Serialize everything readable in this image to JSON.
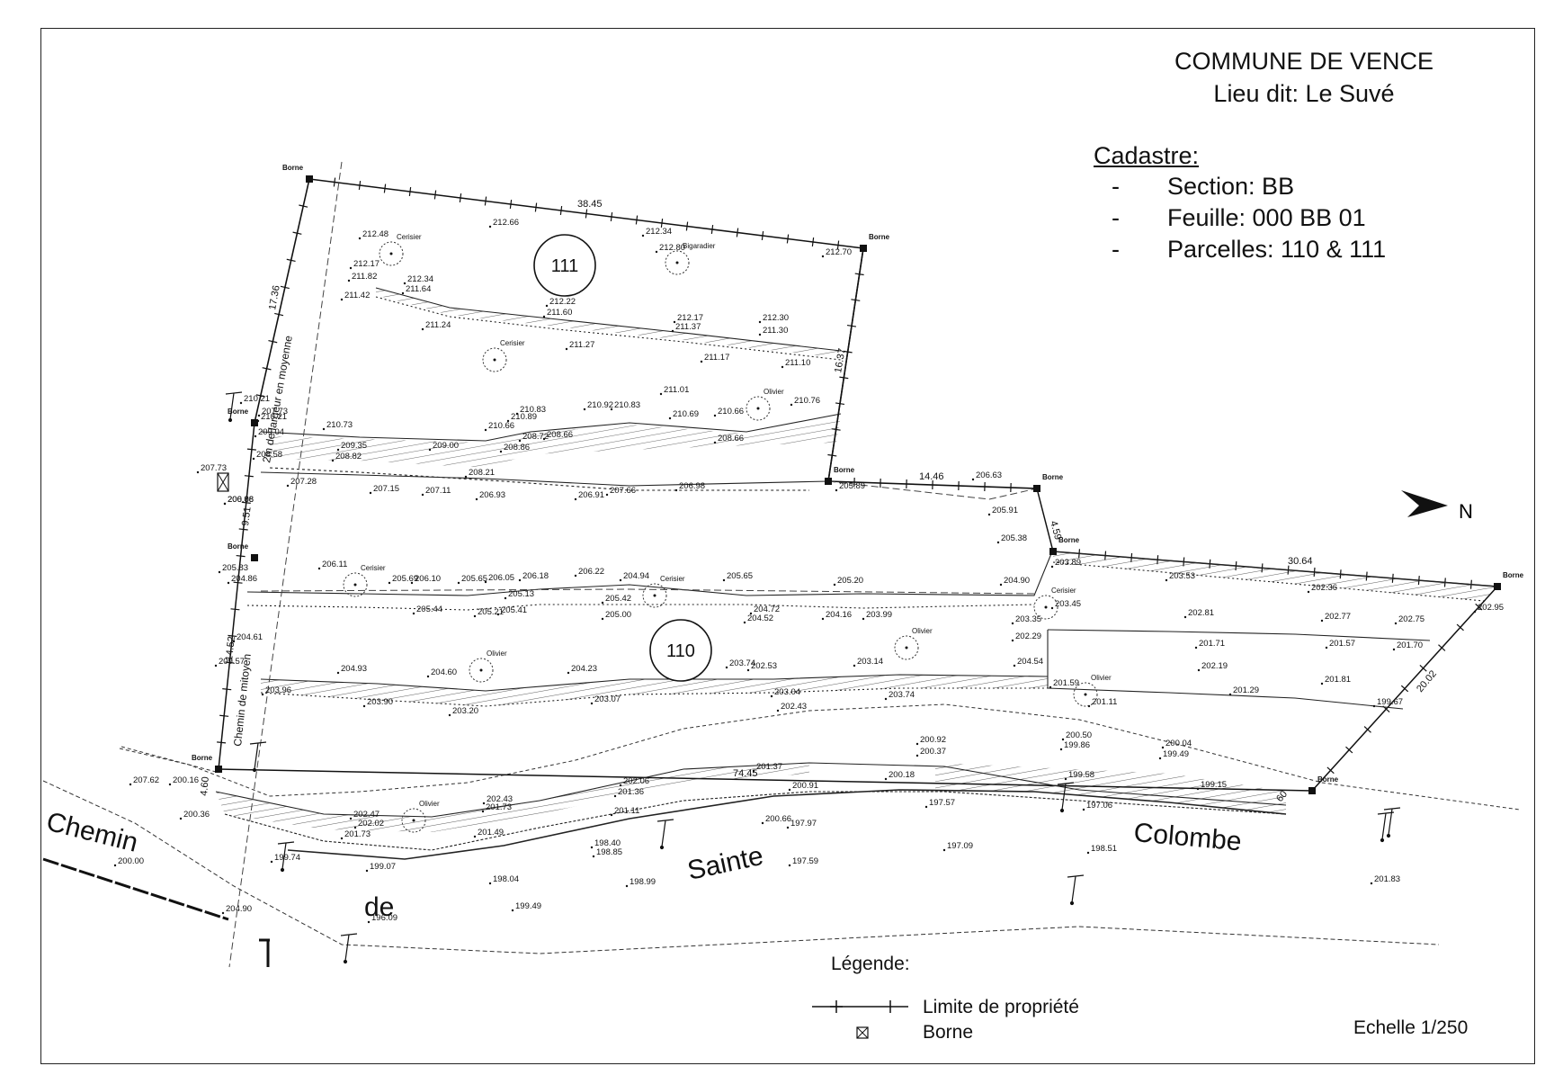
{
  "header": {
    "commune": "COMMUNE DE VENCE",
    "lieu_dit": "Lieu dit: Le Suvé"
  },
  "cadastre": {
    "heading": "Cadastre:",
    "rows": [
      {
        "dash": "-",
        "text": "Section: BB"
      },
      {
        "dash": "-",
        "text": "Feuille: 000 BB 01"
      },
      {
        "dash": "-",
        "text": "Parcelles: 110 & 111"
      }
    ]
  },
  "legend": {
    "heading": "Légende:",
    "property_limit": "Limite de propriété",
    "borne": "Borne"
  },
  "scale": "Echelle 1/250",
  "north": "N",
  "parcels": {
    "p111": "111",
    "p110": "110"
  },
  "road": {
    "w1": "Chemin",
    "w2": "de",
    "w3": "Sainte",
    "w4": "Colombe"
  },
  "borne_label": "Borne",
  "dimensions": {
    "d3845": "38.45",
    "d1446": "14.46",
    "d459": "4.59",
    "d3064": "30.64",
    "d7445": "74.45",
    "d1736": "17.36",
    "d951": "9.51",
    "d1452": "14.52",
    "d460": "4.60",
    "d1637": "16.37",
    "d2002": "20.02",
    "d60": "60"
  },
  "vertical_notes": {
    "largeur": "2m de largeur en moyenne",
    "mitoyen": "Chemin de mitoyen"
  },
  "trees": {
    "cerisier": "Cerisier",
    "bigaradier": "Bigaradier",
    "olivier": "Olivier"
  },
  "spot_heights": [
    "212.66",
    "212.34",
    "212.80",
    "212.70",
    "212.48",
    "212.17",
    "211.82",
    "212.34",
    "211.64",
    "211.42",
    "211.24",
    "212.22",
    "211.60",
    "211.27",
    "212.17",
    "211.37",
    "212.30",
    "211.30",
    "211.17",
    "211.10",
    "211.01",
    "210.76",
    "210.83",
    "210.92",
    "210.83",
    "210.69",
    "210.66",
    "210.89",
    "210.66",
    "210.73",
    "210.21",
    "209.04",
    "208.58",
    "209.35",
    "209.00",
    "208.86",
    "208.72",
    "208.66",
    "208.66",
    "208.82",
    "208.21",
    "207.28",
    "207.15",
    "207.11",
    "206.93",
    "206.91",
    "207.66",
    "206.98",
    "205.89",
    "206.63",
    "205.91",
    "205.38",
    "203.89",
    "203.53",
    "202.36",
    "202.95",
    "206.11",
    "205.69",
    "206.10",
    "205.65",
    "206.05",
    "206.18",
    "206.22",
    "204.94",
    "205.65",
    "205.20",
    "205.44",
    "205.21",
    "205.41",
    "205.13",
    "205.42",
    "205.00",
    "204.72",
    "204.52",
    "204.16",
    "203.99",
    "204.90",
    "203.45",
    "203.35",
    "202.29",
    "202.81",
    "201.71",
    "202.77",
    "201.57",
    "202.75",
    "201.70",
    "204.93",
    "204.60",
    "204.23",
    "203.74",
    "202.53",
    "203.14",
    "204.54",
    "202.19",
    "201.29",
    "201.81",
    "199.67",
    "203.96",
    "203.90",
    "203.20",
    "203.07",
    "203.04",
    "202.43",
    "203.74",
    "201.59",
    "201.11",
    "200.92",
    "200.37",
    "200.50",
    "199.86",
    "200.04",
    "199.49",
    "201.37",
    "200.91",
    "200.18",
    "199.58",
    "199.15",
    "197.57",
    "197.06",
    "202.06",
    "201.36",
    "201.11",
    "200.66",
    "197.97",
    "202.43",
    "201.73",
    "202.47",
    "202.02",
    "201.73",
    "201.49",
    "198.40",
    "198.85",
    "199.74",
    "199.07",
    "198.04",
    "197.59",
    "197.09",
    "198.51",
    "198.99",
    "199.49",
    "196.09",
    "201.83",
    "207.62",
    "200.16",
    "200.36",
    "200.00",
    "204.90",
    "207.73",
    "206.08",
    "205.83",
    "204.86",
    "204.61",
    "209.57",
    "210.21",
    "207.73",
    "200.86"
  ]
}
